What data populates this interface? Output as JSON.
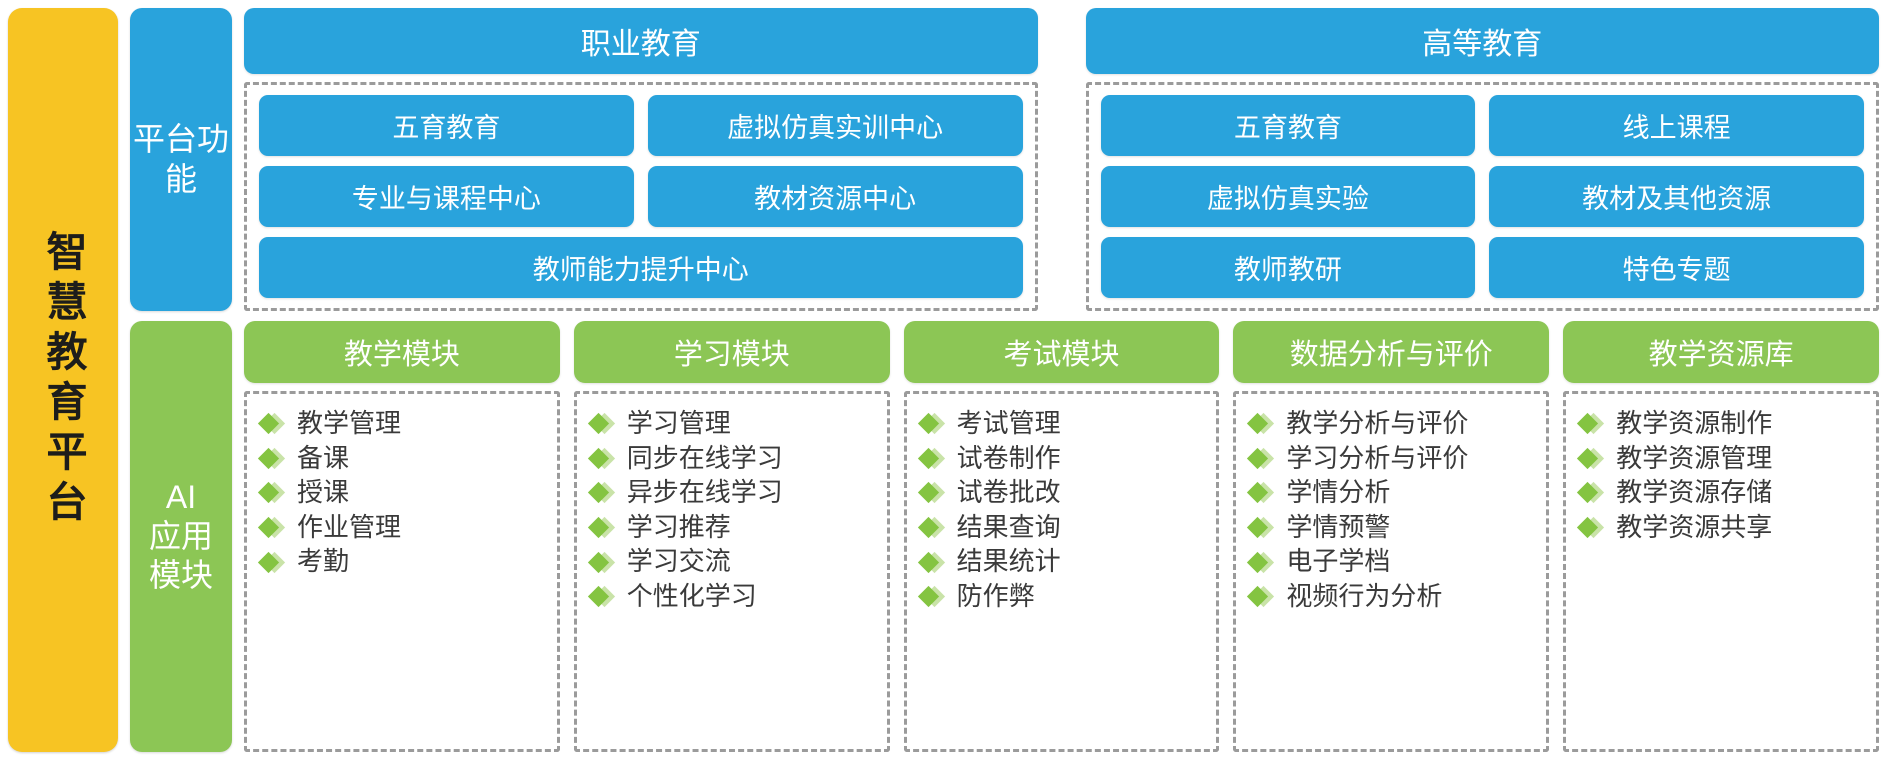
{
  "platform": {
    "title": "智慧教育平台"
  },
  "categories": [
    {
      "id": "platform-functions",
      "label": "平台功能",
      "color": "#29a3dc"
    },
    {
      "id": "ai-application-modules",
      "label": "AI\n应用\n模块",
      "line1": "AI",
      "line2": "应用",
      "line3": "模块",
      "color": "#8cc655"
    }
  ],
  "education_panels": [
    {
      "id": "vocational-education",
      "title": "职业教育",
      "features": [
        {
          "label": "五育教育",
          "wide": false
        },
        {
          "label": "虚拟仿真实训中心",
          "wide": false
        },
        {
          "label": "专业与课程中心",
          "wide": false
        },
        {
          "label": "教材资源中心",
          "wide": false
        },
        {
          "label": "教师能力提升中心",
          "wide": true
        }
      ]
    },
    {
      "id": "higher-education",
      "title": "高等教育",
      "features": [
        {
          "label": "五育教育",
          "wide": false
        },
        {
          "label": "线上课程",
          "wide": false
        },
        {
          "label": "虚拟仿真实验",
          "wide": false
        },
        {
          "label": "教材及其他资源",
          "wide": false
        },
        {
          "label": "教师教研",
          "wide": false
        },
        {
          "label": "特色专题",
          "wide": false
        }
      ]
    }
  ],
  "modules": [
    {
      "id": "teaching-module",
      "title": "教学模块",
      "items": [
        "教学管理",
        "备课",
        "授课",
        "作业管理",
        "考勤"
      ]
    },
    {
      "id": "learning-module",
      "title": "学习模块",
      "items": [
        "学习管理",
        "同步在线学习",
        "异步在线学习",
        "学习推荐",
        "学习交流",
        "个性化学习"
      ]
    },
    {
      "id": "exam-module",
      "title": "考试模块",
      "items": [
        "考试管理",
        "试卷制作",
        "试卷批改",
        "结果查询",
        "结果统计",
        "防作弊"
      ]
    },
    {
      "id": "data-analysis-evaluation",
      "title": "数据分析与评价",
      "items": [
        "教学分析与评价",
        "学习分析与评价",
        "学情分析",
        "学情预警",
        "电子学档",
        "视频行为分析"
      ]
    },
    {
      "id": "teaching-resource-library",
      "title": "教学资源库",
      "items": [
        "教学资源制作",
        "教学资源管理",
        "教学资源存储",
        "教学资源共享"
      ]
    }
  ],
  "colors": {
    "platform_yellow": "#f7c423",
    "blue": "#29a3dc",
    "green": "#8cc655",
    "bullet_green": "#84c441",
    "bullet_shadow": "#c9e3a8",
    "dashed_border": "#9b9b9b",
    "text_dark": "#3a3a3a"
  }
}
